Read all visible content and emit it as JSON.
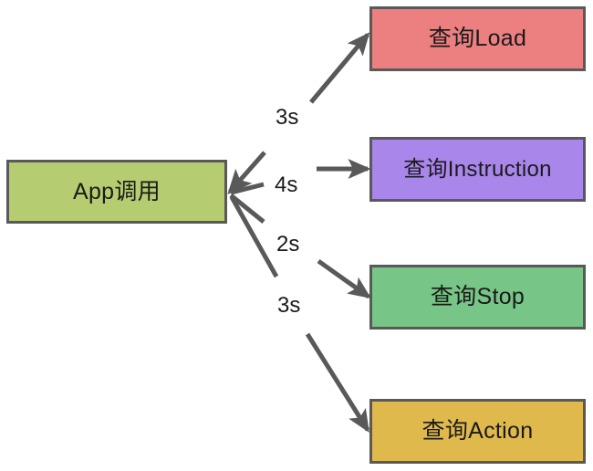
{
  "diagram": {
    "type": "fan-out-flow",
    "background_color": "#ffffff",
    "stroke_color": "#595959",
    "text_color": "#1a1a1a",
    "source": {
      "id": "app",
      "label": "App调用",
      "color": "#b5cc70",
      "border_color": "#595959"
    },
    "targets": [
      {
        "id": "load",
        "label": "查询Load",
        "color": "#ec8080",
        "border_color": "#595959"
      },
      {
        "id": "instruction",
        "label": "查询Instruction",
        "color": "#a986ea",
        "border_color": "#595959"
      },
      {
        "id": "stop",
        "label": "查询Stop",
        "color": "#77c587",
        "border_color": "#595959"
      },
      {
        "id": "action",
        "label": "查询Action",
        "color": "#e0b94d",
        "border_color": "#595959"
      }
    ],
    "edges": [
      {
        "from": "app",
        "to": "load",
        "label": "3s"
      },
      {
        "from": "app",
        "to": "instruction",
        "label": "4s"
      },
      {
        "from": "app",
        "to": "stop",
        "label": "2s"
      },
      {
        "from": "app",
        "to": "action",
        "label": "3s"
      }
    ]
  }
}
